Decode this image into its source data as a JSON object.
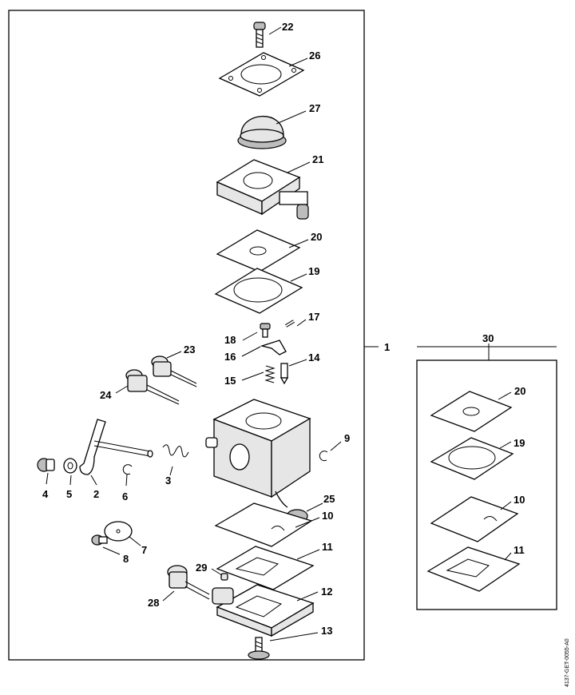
{
  "callouts": {
    "c1": "1",
    "c2": "2",
    "c3": "3",
    "c4": "4",
    "c5": "5",
    "c6": "6",
    "c7": "7",
    "c8": "8",
    "c9": "9",
    "c10": "10",
    "c11": "11",
    "c12": "12",
    "c13": "13",
    "c14": "14",
    "c15": "15",
    "c16": "16",
    "c17": "17",
    "c18": "18",
    "c19": "19",
    "c20": "20",
    "c21": "21",
    "c22": "22",
    "c23": "23",
    "c24": "24",
    "c25": "25",
    "c26": "26",
    "c27": "27",
    "c28": "28",
    "c29": "29",
    "c30": "30"
  },
  "kit": {
    "c20": "20",
    "c19": "19",
    "c10": "10",
    "c11": "11"
  },
  "document_id": "4137-GET-0055-A0"
}
